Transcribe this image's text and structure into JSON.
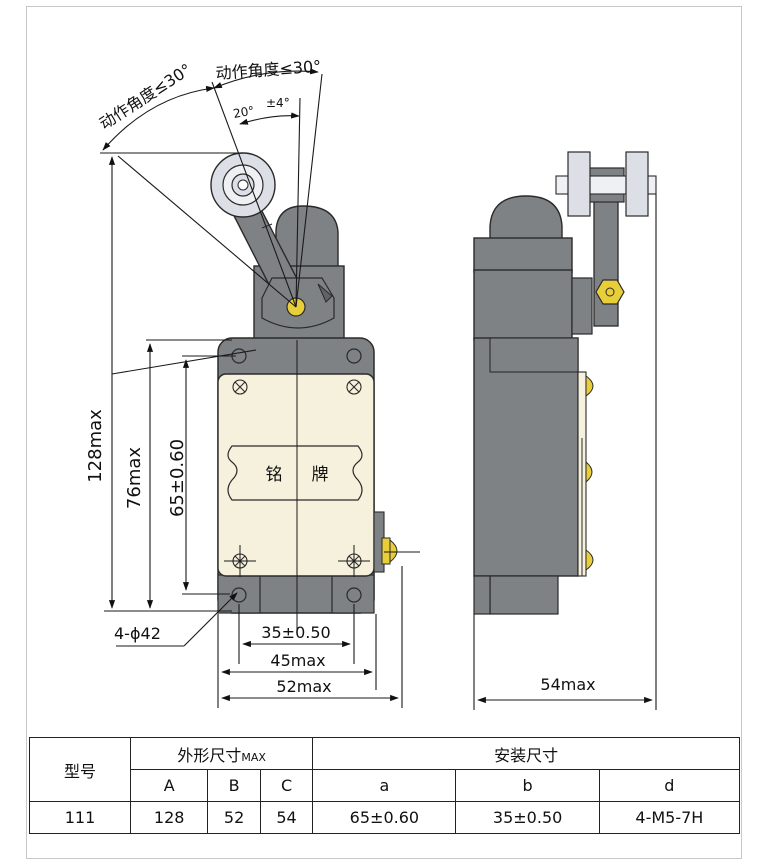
{
  "colors": {
    "body": "#7f8285",
    "body_dark": "#5f6266",
    "plate": "#f6f1dc",
    "roller": "#dcdfe6",
    "brass": "#e8cf3a",
    "outline": "#2a2a2a"
  },
  "drawing": {
    "angle_label_left": "动作角度≤30°",
    "angle_label_right": "动作角度≤30°",
    "angle_small": "20°",
    "angle_tol": "±4°",
    "dim_128": "128max",
    "dim_76": "76max",
    "dim_65": "65±0.60",
    "dim_hole": "4-ϕ42",
    "dim_35": "35±0.50",
    "dim_45": "45max",
    "dim_52": "52max",
    "dim_54": "54max",
    "plate_char1": "铭",
    "plate_char2": "牌"
  },
  "table": {
    "h_model": "型号",
    "h_outer": "外形尺寸",
    "h_outer_unit": "MAX",
    "h_mount": "安装尺寸",
    "cols": [
      "A",
      "B",
      "C",
      "a",
      "b",
      "d"
    ],
    "row": [
      "111",
      "128",
      "52",
      "54",
      "65±0.60",
      "35±0.50",
      "4-M5-7H"
    ]
  }
}
